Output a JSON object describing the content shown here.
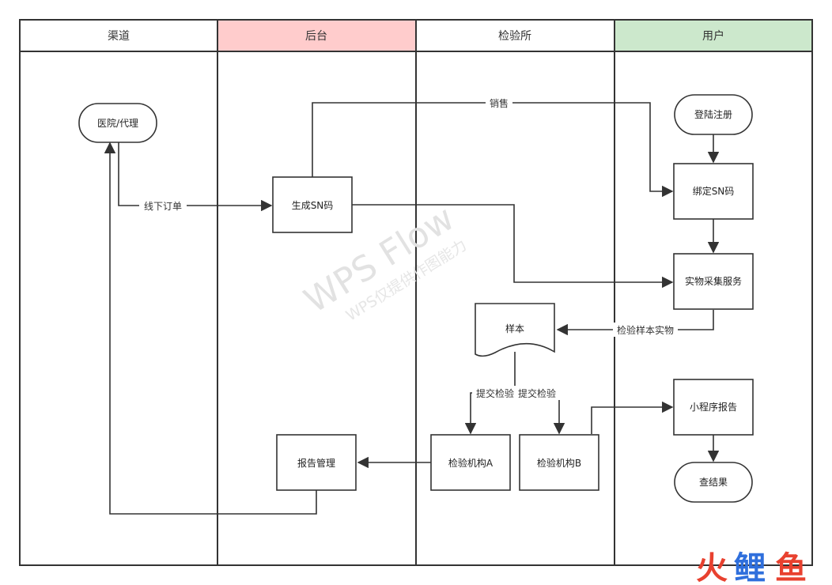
{
  "lanes": [
    {
      "title": "渠道",
      "color": "#ffffff"
    },
    {
      "title": "后台",
      "color": "#ffcccc"
    },
    {
      "title": "检验所",
      "color": "#ffffff"
    },
    {
      "title": "用户",
      "color": "#cce8cc"
    }
  ],
  "nodes": {
    "hospital": "医院/代理",
    "generate_sn": "生成SN码",
    "report_mgmt": "报告管理",
    "sample": "样本",
    "lab_a": "检验机构A",
    "lab_b": "检验机构B",
    "login": "登陆注册",
    "bind_sn": "绑定SN码",
    "collect": "实物采集服务",
    "mini_report": "小程序报告",
    "check_result": "查结果"
  },
  "edges": {
    "offline_order": "线下订单",
    "sales": "销售",
    "send_sample": "检验样本实物",
    "submit_a": "提交检验",
    "submit_b": "提交检验"
  },
  "watermark": {
    "line1": "WPS Flow",
    "line2": "WPS仅提供作图能力"
  },
  "logo": {
    "part1": "火",
    "part2": "鲤",
    "part3": "鱼"
  }
}
